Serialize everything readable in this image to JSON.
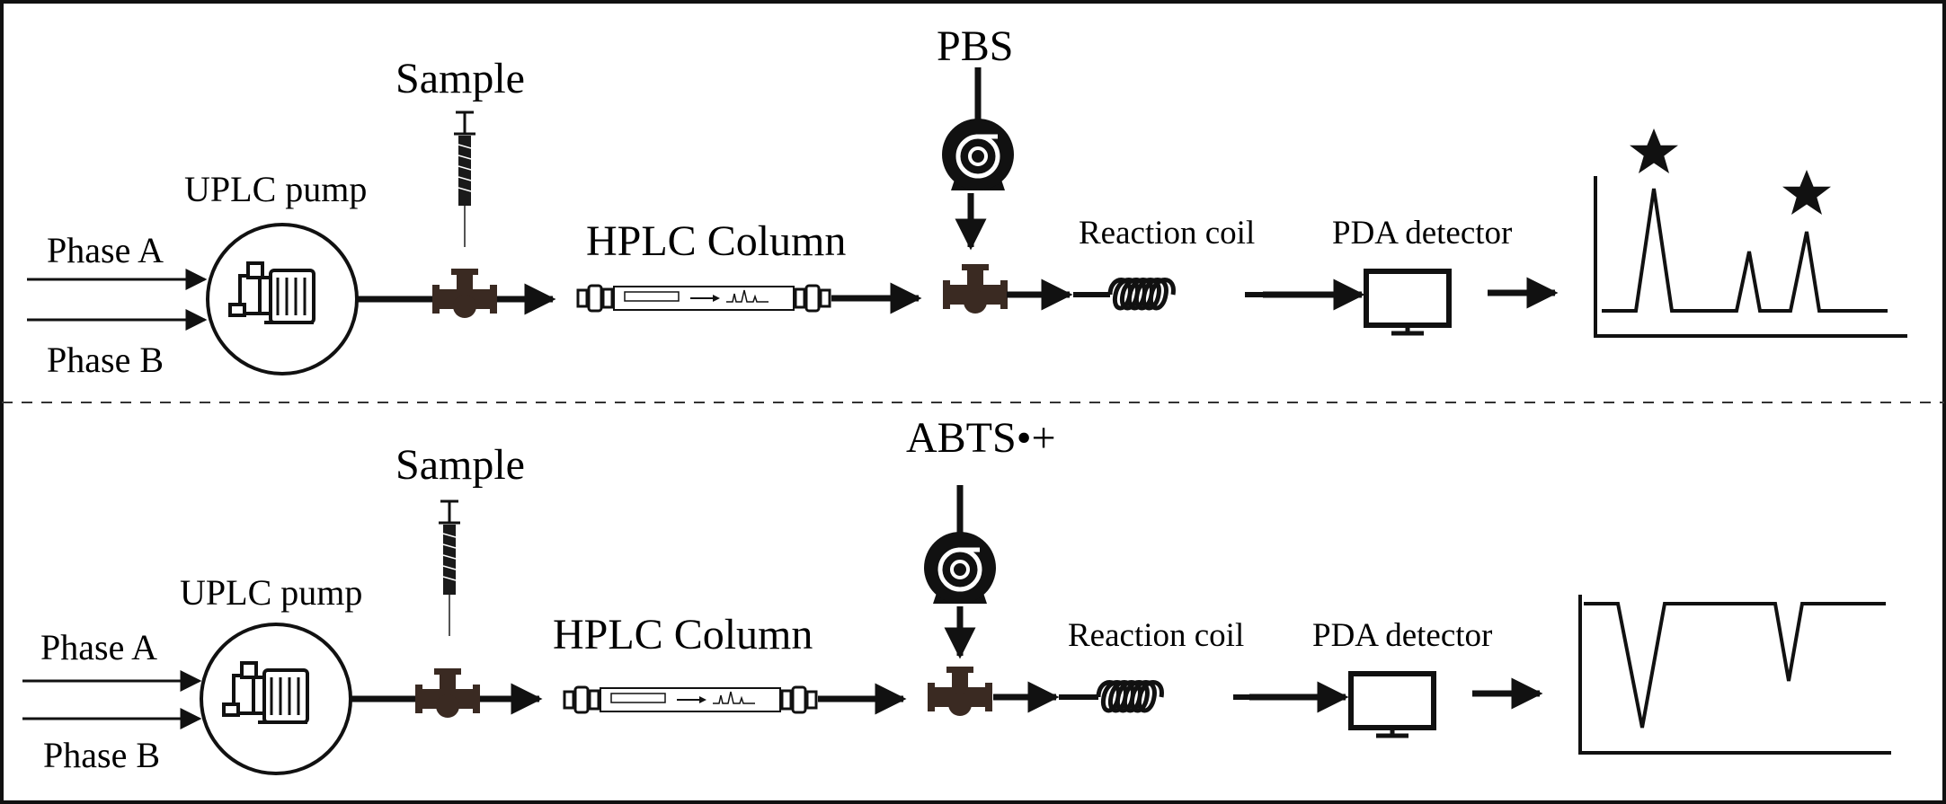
{
  "panels": [
    {
      "phase_a": "Phase A",
      "phase_b": "Phase B",
      "pump": "UPLC pump",
      "sample": "Sample",
      "column": "HPLC Column",
      "reagent": "PBS",
      "coil": "Reaction coil",
      "detector": "PDA detector",
      "trace": "peaks",
      "marked_peaks": 2
    },
    {
      "phase_a": "Phase A",
      "phase_b": "Phase B",
      "pump": "UPLC pump",
      "sample": "Sample",
      "column": "HPLC Column",
      "reagent": "ABTS•+",
      "coil": "Reaction coil",
      "detector": "PDA detector",
      "trace": "negative peaks",
      "marked_peaks": 0
    }
  ],
  "icons": {
    "pump": "centrifugal-pump-icon",
    "syringe": "syringe-icon",
    "valve": "tee-valve-icon",
    "column": "hplc-column-icon",
    "reagent_pump": "peristaltic-pump-icon",
    "coil": "reaction-coil-icon",
    "detector": "monitor-icon",
    "star": "star-icon"
  },
  "colors": {
    "line": "#111111",
    "valve": "#3a2a22",
    "divider": "#333333"
  }
}
